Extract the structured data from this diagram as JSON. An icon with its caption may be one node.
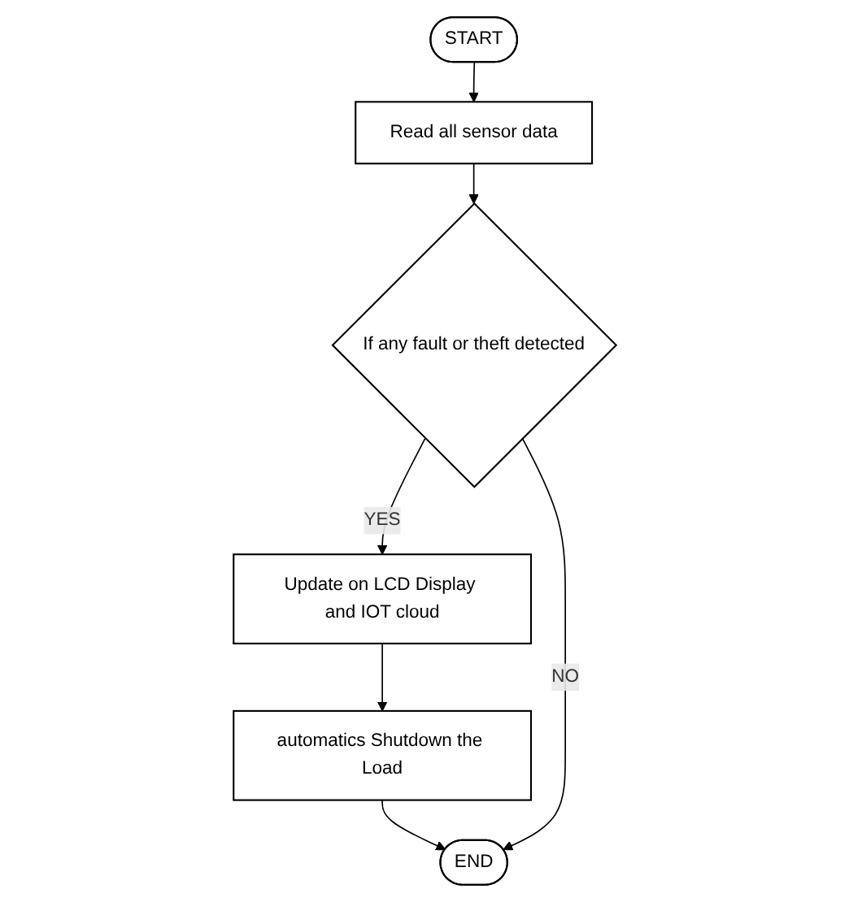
{
  "diagram": {
    "nodes": [
      {
        "text": [
          "START"
        ]
      },
      {
        "text": [
          "Read all sensor data"
        ]
      },
      {
        "text": [
          "If any fault or theft detected"
        ]
      },
      {
        "text": [
          "Update on LCD Display and IOT cloud"
        ]
      },
      {
        "text": [
          "automatics Shutdown the Load"
        ]
      },
      {
        "text": [
          "END"
        ]
      }
    ],
    "edges": [
      {
        "from": 0,
        "to": 1,
        "arrow": "to"
      },
      {
        "from": 1,
        "to": 2,
        "arrow": "to"
      },
      {
        "from": 2,
        "to": 3,
        "arrow": "to",
        "label": "YES"
      },
      {
        "from": 3,
        "to": 4,
        "arrow": "to"
      },
      {
        "from": 4,
        "to": 5,
        "arrow": "to"
      },
      {
        "from": 2,
        "to": 5,
        "arrow": "to",
        "label": "NO"
      }
    ]
  }
}
